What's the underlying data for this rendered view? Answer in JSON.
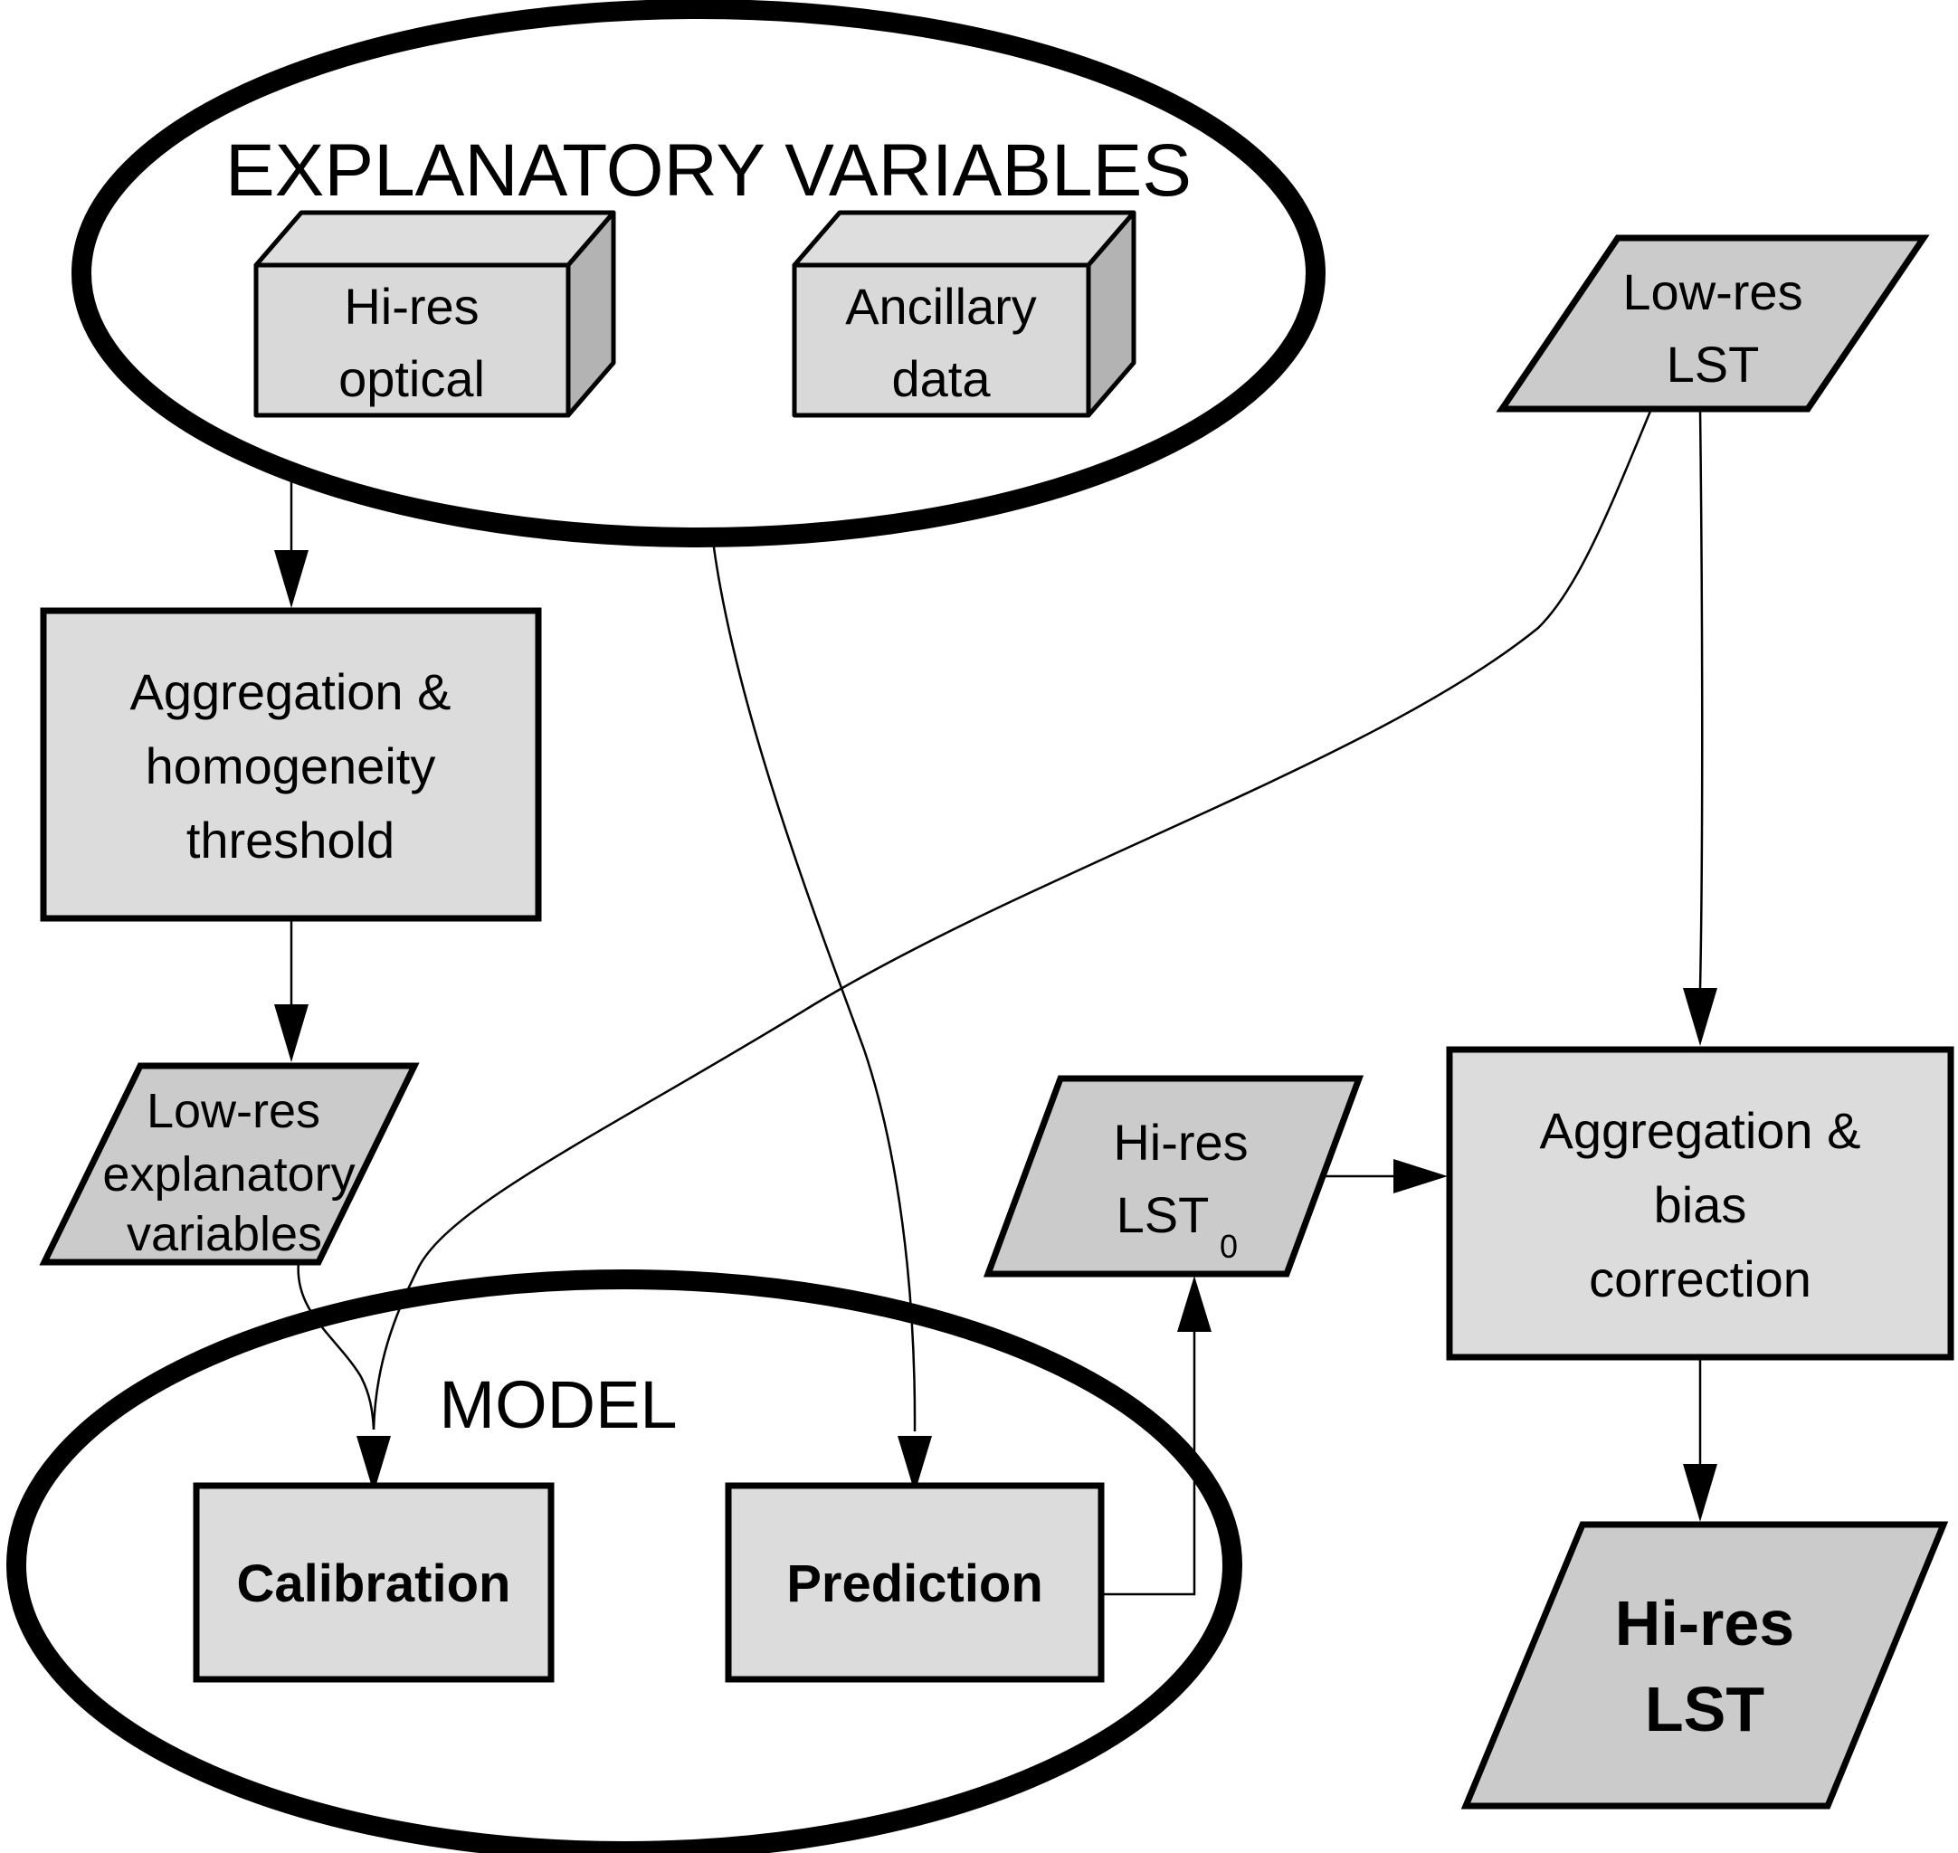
{
  "colors": {
    "background": "#ffffff",
    "outline": "#000000",
    "box_fill": "#dcdcdc",
    "parallelogram_fill": "#cbcbcb",
    "cube_front_fill": "#d9d9d9",
    "cube_top_fill": "#dedede",
    "cube_side_fill": "#b3b3b3"
  },
  "groups": {
    "explanatory_variables": {
      "label": "EXPLANATORY VARIABLES"
    },
    "model": {
      "label": "MODEL"
    }
  },
  "nodes": {
    "hi_res_optical": {
      "lines": [
        "Hi-res",
        "optical"
      ]
    },
    "ancillary_data": {
      "lines": [
        "Ancillary",
        "data"
      ]
    },
    "low_res_lst": {
      "lines": [
        "Low-res",
        "LST"
      ]
    },
    "aggregation_homogeneity_threshold": {
      "lines": [
        "Aggregation &",
        "homogeneity",
        "threshold"
      ]
    },
    "low_res_explanatory_variables": {
      "lines": [
        "Low-res",
        "explanatory",
        "variables"
      ]
    },
    "calibration": {
      "label": "Calibration"
    },
    "prediction": {
      "label": "Prediction"
    },
    "hi_res_lst0": {
      "lines": [
        "Hi-res",
        "LST"
      ],
      "subscript": "0"
    },
    "aggregation_bias_correction": {
      "lines": [
        "Aggregation &",
        "bias",
        "correction"
      ]
    },
    "hi_res_lst_output": {
      "lines": [
        "Hi-res",
        "LST"
      ]
    }
  }
}
